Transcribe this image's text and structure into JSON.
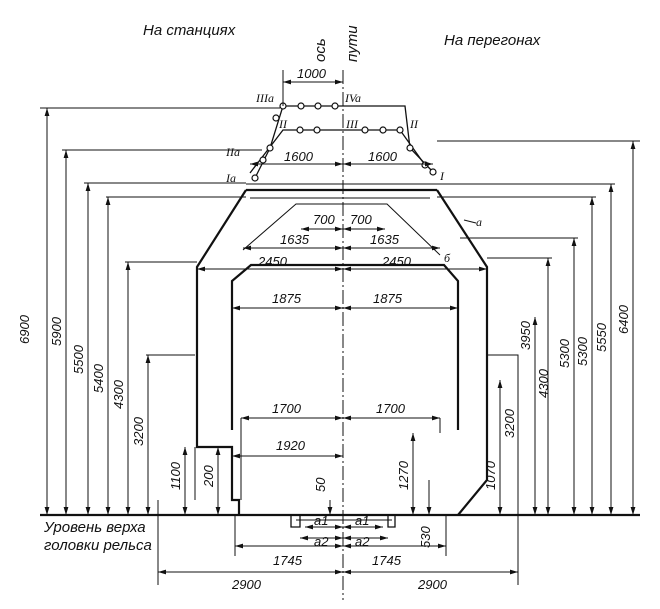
{
  "headers": {
    "left": "На станциях",
    "right": "На перегонах",
    "axis_word1": "ось",
    "axis_word2": "пути"
  },
  "base_label": {
    "line1": "Уровень верха",
    "line2": "головки рельса"
  },
  "point_labels": {
    "IVa": "IVa",
    "IIIa": "IIIa",
    "IIa_l": "IIa",
    "Ia": "Ia",
    "II_l": "II",
    "III": "III",
    "II_r": "II",
    "I": "I",
    "a": "а",
    "b": "б"
  },
  "dimensions": {
    "h1000": "1000",
    "h1600_l": "1600",
    "h1600_r": "1600",
    "h700_l": "700",
    "h700_r": "700",
    "h1635_l": "1635",
    "h1635_r": "1635",
    "h2450_l": "2450",
    "h2450_r": "2450",
    "h1875_l": "1875",
    "h1875_r": "1875",
    "h1700_l": "1700",
    "h1700_r": "1700",
    "h1920": "1920",
    "h1745_l": "1745",
    "h1745_r": "1745",
    "h2900_l": "2900",
    "h2900_r": "2900",
    "a1_l": "a1",
    "a1_r": "a1",
    "a2_l": "a2",
    "a2_r": "a2",
    "v6900": "6900",
    "v5900": "5900",
    "v5500": "5500",
    "v5400": "5400",
    "v4300_l": "4300",
    "v3200_l": "3200",
    "v1100": "1100",
    "v200": "200",
    "v50": "50",
    "v1270": "1270",
    "v530": "530",
    "v1070": "1070",
    "v3200_r": "3200",
    "v3950": "3950",
    "v4300_r": "4300",
    "v5300_a": "5300",
    "v5300_b": "5300",
    "v5550": "5550",
    "v6400": "6400"
  }
}
